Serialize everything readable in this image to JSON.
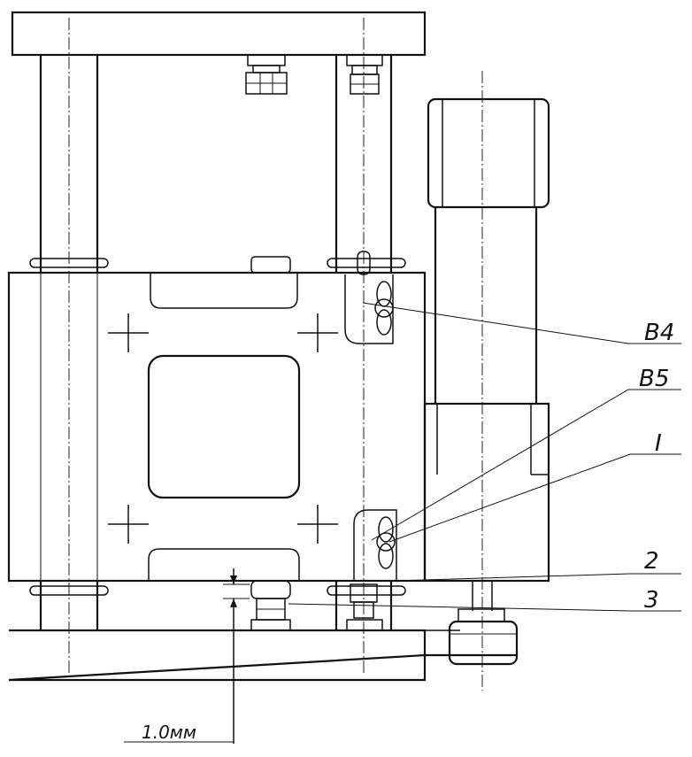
{
  "labels": {
    "b4": "B4",
    "b5": "B5",
    "one": "I",
    "two": "2",
    "three": "3",
    "dimension": "1.0мм"
  }
}
